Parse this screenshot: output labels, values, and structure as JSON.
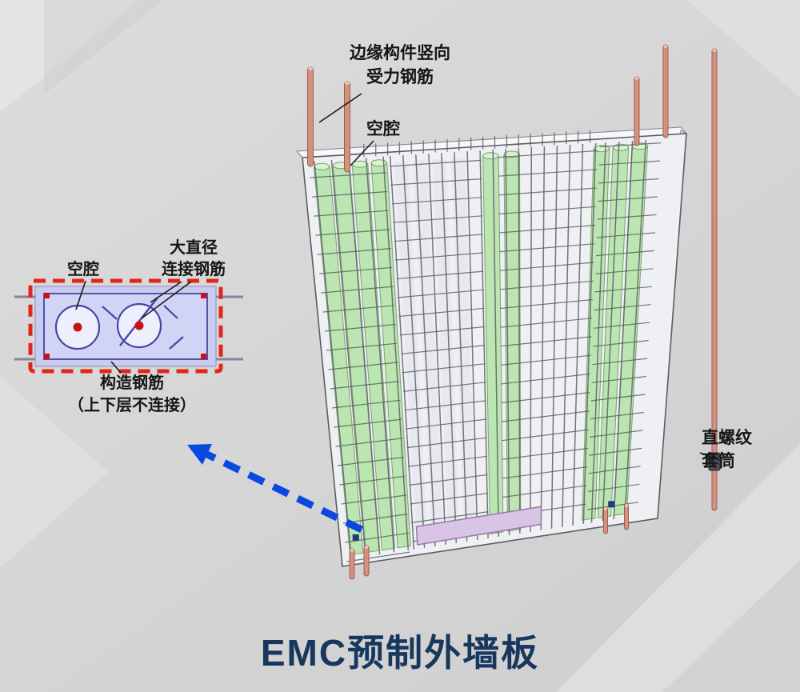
{
  "title": "EMC预制外墙板",
  "labels": {
    "edge_vertical_rebar": "边缘构件竖向\n受力钢筋",
    "cavity_main": "空腔",
    "threaded_sleeve": "直螺纹\n套筒",
    "inset_cavity": "空腔",
    "inset_large_diameter_rebar": "大直径\n连接钢筋",
    "inset_structural_rebar": "构造钢筋\n（上下层不连接）"
  },
  "colors": {
    "title_navy": "#17375e",
    "arrow_blue": "#0a49e0",
    "inset_border_red": "#e1251b",
    "rebar_dot_red": "#cc1111",
    "cavity_green": "#b9e5ae",
    "copper_bar": "#d4917e",
    "panel_face": "#eff1f5",
    "inset_section_fill": "#c9cbef",
    "rebar_gray": "#5f5f68"
  }
}
